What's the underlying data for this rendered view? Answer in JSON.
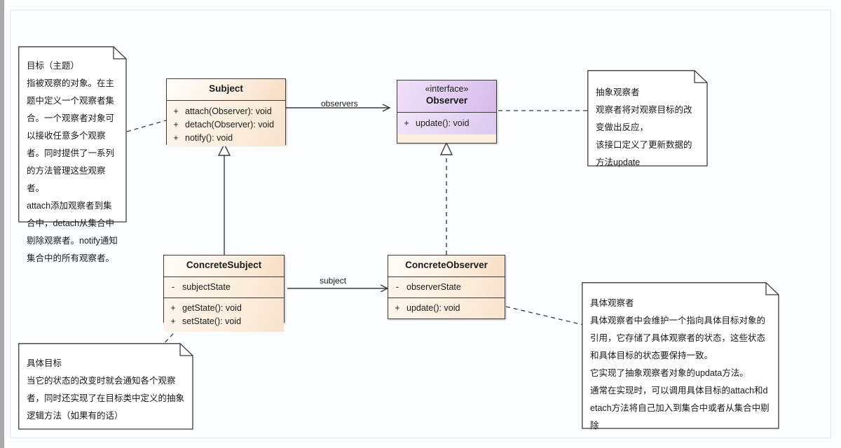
{
  "diagram": {
    "type": "uml-class-diagram",
    "title": "Observer Pattern",
    "background": "#fbfcfd",
    "accent_peach": "#fbeedd",
    "accent_purple": "#ddc8ef",
    "line_color": "#3b3b3b"
  },
  "classes": {
    "subject": {
      "name": "Subject",
      "stereotype": "",
      "members": [
        {
          "vis": "+",
          "sig": "attach(Observer): void"
        },
        {
          "vis": "+",
          "sig": "detach(Observer): void"
        },
        {
          "vis": "+",
          "sig": "notify(): void"
        }
      ]
    },
    "observer": {
      "stereotype": "«interface»",
      "name": "Observer",
      "members": [
        {
          "vis": "+",
          "sig": "update(): void"
        }
      ]
    },
    "concrete_subject": {
      "name": "ConcreteSubject",
      "attributes": [
        {
          "vis": "-",
          "sig": "subjectState"
        }
      ],
      "methods": [
        {
          "vis": "+",
          "sig": "getState(): void"
        },
        {
          "vis": "+",
          "sig": "setState(): void"
        }
      ]
    },
    "concrete_observer": {
      "name": "ConcreteObserver",
      "attributes": [
        {
          "vis": "-",
          "sig": "observerState"
        }
      ],
      "methods": [
        {
          "vis": "+",
          "sig": "update(): void"
        }
      ]
    }
  },
  "edges": {
    "observers_label": "observers",
    "subject_label": "subject"
  },
  "notes": {
    "target": {
      "text": "目标（主题）\n指被观察的对象。在主题中定义一个观察者集合。一个观察者对象可以接收任意多个观察者。同时提供了一系列的方法管理这些观察者。\nattach添加观察者到集合中，detach从集合中剔除观察者。notify通知集合中的所有观察者。"
    },
    "abstract_observer": {
      "text": "抽象观察者\n观察者将对观察目标的改变做出反应，\n该接口定义了更新数据的方法update"
    },
    "concrete_target": {
      "text": "具体目标\n当它的状态的改变时就会通知各个观察者，同时还实现了在目标类中定义的抽象逻辑方法（如果有的话）"
    },
    "concrete_observer": {
      "text": "具体观察者\n具体观察者中会维护一个指向具体目标对象的引用，它存储了具体观察者的状态，这些状态和具体目标的状态要保持一致。\n它实现了抽象观察者对象的updata方法。\n通常在实现时，可以调用具体目标的attach和detach方法将自己加入到集合中或者从集合中剔除"
    }
  }
}
